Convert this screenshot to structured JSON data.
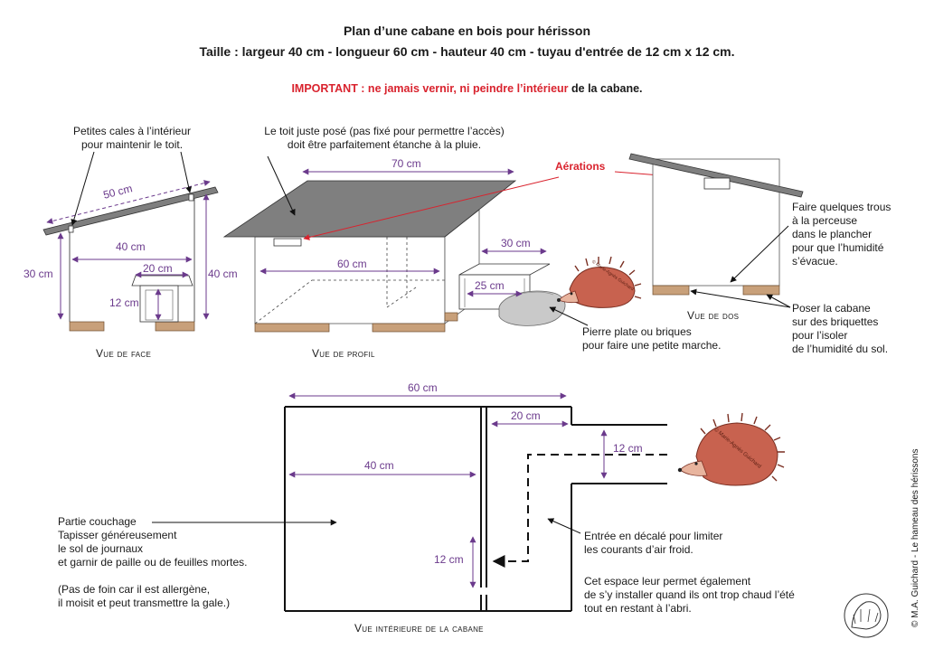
{
  "title": {
    "line1": "Plan d’une cabane en bois pour hérisson",
    "line2": "Taille  : largeur 40 cm - longueur 60 cm - hauteur 40 cm - tuyau d'entrée de 12 cm x 12 cm.",
    "important_red": "IMPORTANT : ne jamais vernir, ni peindre l’intérieur",
    "important_black": " de la cabane."
  },
  "front_view": {
    "note_l1": "Petites cales à l’intérieur",
    "note_l2": "pour maintenir le toit.",
    "dim_roof": "50 cm",
    "dim_width": "40 cm",
    "dim_tunnel_w": "20 cm",
    "dim_height_left": "30 cm",
    "dim_height_right": "40 cm",
    "dim_entry": "12 cm",
    "caption": "Vue de face"
  },
  "profile_view": {
    "roof_l1": "Le toit juste posé (pas fixé pour permettre l’accès)",
    "roof_l2": "doit être parfaitement étanche à la pluie.",
    "dim_roof": "70 cm",
    "dim_length": "60 cm",
    "dim_tunnel": "30 cm",
    "dim_tunnel_w": "25 cm",
    "aerations": "Aérations",
    "stone_l1": "Pierre plate ou briques",
    "stone_l2": "pour faire une petite marche.",
    "caption": "Vue de profil"
  },
  "back_view": {
    "holes_l1": "Faire quelques trous",
    "holes_l2": "à la perceuse",
    "holes_l3": "dans le plancher",
    "holes_l4": "pour que l’humidité",
    "holes_l5": "s’évacue.",
    "bricks_l1": "Poser la cabane",
    "bricks_l2": "sur des briquettes",
    "bricks_l3": "pour l’isoler",
    "bricks_l4": "de l’humidité du sol.",
    "caption": "Vue de dos"
  },
  "interior_view": {
    "dim_length": "60 cm",
    "dim_sleep": "40 cm",
    "dim_corridor": "20 cm",
    "dim_tube": "12 cm",
    "dim_gap": "12 cm",
    "sleep_l1": "Partie couchage",
    "sleep_l2": "Tapisser généreusement",
    "sleep_l3": "le sol de journaux",
    "sleep_l4": "et garnir de paille ou de feuilles mortes.",
    "sleep_l6": "(Pas de foin car il est allergène,",
    "sleep_l7": "il moisit et peut transmettre la gale.)",
    "entry_l1": "Entrée en décalé pour limiter",
    "entry_l2": "les courants d’air froid.",
    "space_l1": "Cet espace leur permet également",
    "space_l2": "de s’y installer quand ils ont trop chaud l’été",
    "space_l3": "tout en restant à l’abri.",
    "caption": "Vue intérieure de la cabane"
  },
  "credits": {
    "copyright": "© M.A. Guichard - Le hameau des hérissons",
    "stamp_text": "© Marie-Agnès Guichard"
  },
  "colors": {
    "dimension": "#6b3a8c",
    "warning": "#d9232e",
    "roof": "#7f7f7f",
    "wood_base": "#c8a07a",
    "hedgehog": "#c8624f"
  }
}
